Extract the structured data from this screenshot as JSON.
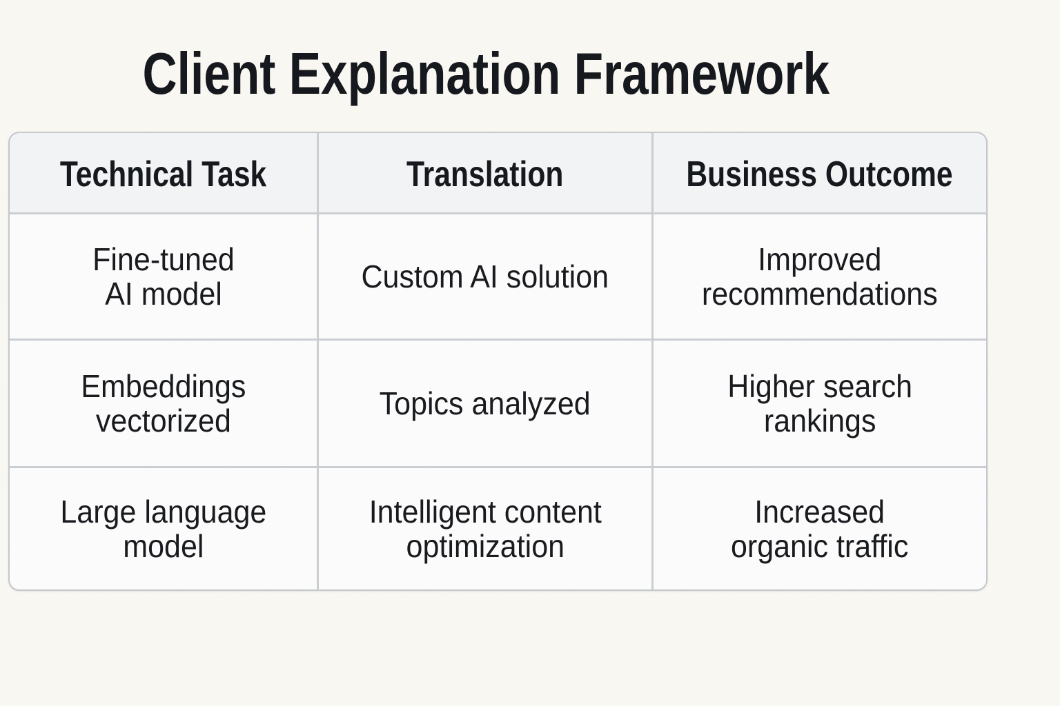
{
  "page": {
    "title": "Client Explanation Framework"
  },
  "table": {
    "columns": [
      "Technical Task",
      "Translation",
      "Business Outcome"
    ],
    "rows": [
      [
        "Fine-tuned\nAI model",
        "Custom AI solution",
        "Improved\nrecommendations"
      ],
      [
        "Embeddings\nvectorized",
        "Topics analyzed",
        "Higher search\nrankings"
      ],
      [
        "Large language\nmodel",
        "Intelligent content\noptimization",
        "Increased\norganic traffic"
      ]
    ]
  },
  "colors": {
    "page_background": "#FAF8F3",
    "header_background": "#F2F4F5",
    "cell_background": "#FCFCFC",
    "grid_line": "#CBCFD3",
    "text": "#16191D"
  }
}
